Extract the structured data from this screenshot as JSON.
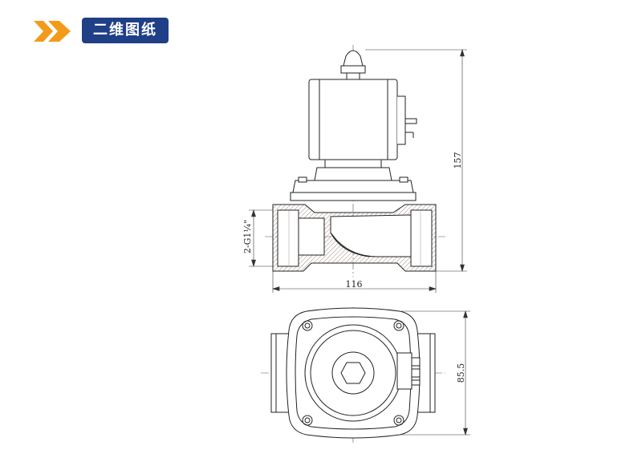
{
  "header": {
    "title": "二维图纸",
    "accent_color": "#f29b1b",
    "badge_color": "#1f3f86",
    "icon": "double-chevron-right-icon"
  },
  "drawing": {
    "dimensions": {
      "height": "157",
      "width": "116",
      "depth": "85.5",
      "port": "2-G1¼\""
    }
  }
}
